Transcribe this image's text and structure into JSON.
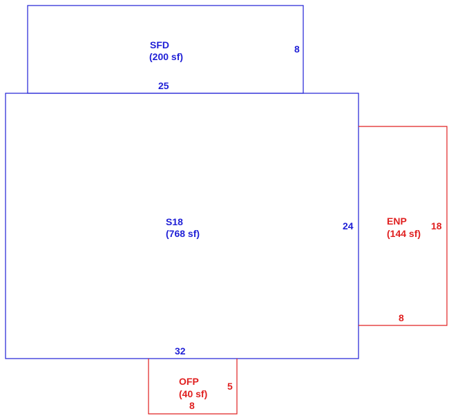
{
  "areas": {
    "sfd": {
      "code": "SFD",
      "area": "(200 sf)",
      "width_label": "25",
      "depth_label": "8",
      "color": "#1f1fd6"
    },
    "s18": {
      "code": "S18",
      "area": "(768 sf)",
      "width_label": "32",
      "depth_label": "24",
      "color": "#1f1fd6"
    },
    "enp": {
      "code": "ENP",
      "area": "(144 sf)",
      "width_label": "8",
      "depth_label": "18",
      "color": "#e02020"
    },
    "ofp": {
      "code": "OFP",
      "area": "(40 sf)",
      "width_label": "8",
      "depth_label": "5",
      "color": "#e02020"
    }
  }
}
